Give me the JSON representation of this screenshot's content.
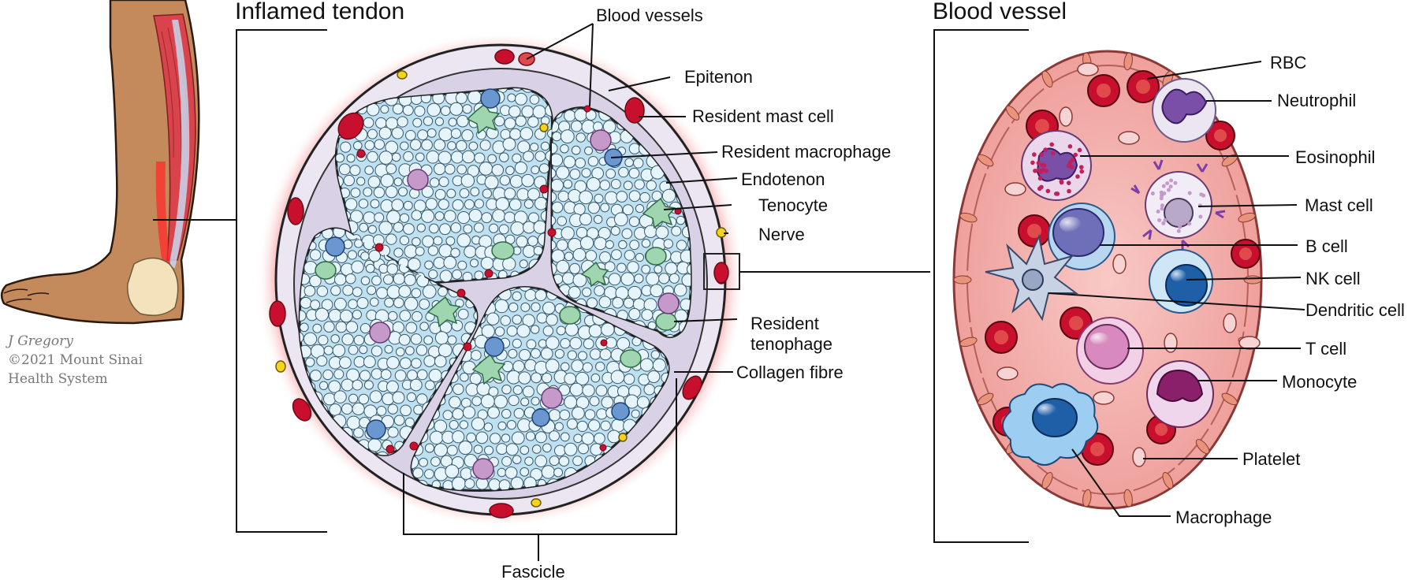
{
  "titles": {
    "tendon": "Inflamed tendon",
    "vessel": "Blood vessel"
  },
  "tendon_labels": {
    "blood_vessels": "Blood vessels",
    "epitenon": "Epitenon",
    "resident_mast_cell": "Resident mast cell",
    "resident_macrophage": "Resident macrophage",
    "endotenon": "Endotenon",
    "tenocyte": "Tenocyte",
    "nerve": "Nerve",
    "resident_tenophage_line1": "Resident",
    "resident_tenophage_line2": "tenophage",
    "collagen_fibre": "Collagen fibre",
    "fascicle": "Fascicle"
  },
  "vessel_labels": {
    "rbc": "RBC",
    "neutrophil": "Neutrophil",
    "eosinophil": "Eosinophil",
    "mast_cell": "Mast cell",
    "b_cell": "B cell",
    "nk_cell": "NK cell",
    "dendritic_cell": "Dendritic cell",
    "t_cell": "T cell",
    "monocyte": "Monocyte",
    "platelet": "Platelet",
    "macrophage": "Macrophage"
  },
  "credit": {
    "author": "J Gregory",
    "copyright": "©2021 Mount Sinai",
    "org": "Health System"
  },
  "colors": {
    "inflammation_glow": "#e8242c",
    "epitenon_fill": "#ece6f2",
    "fascicle_fill": "#bfe0f0",
    "fibre_fill": "#e6f4fb",
    "vessel_fill": "#f2a7a4",
    "rbc": "#c8102e",
    "skin": "#c48a5c",
    "muscle": "#d9434b"
  }
}
